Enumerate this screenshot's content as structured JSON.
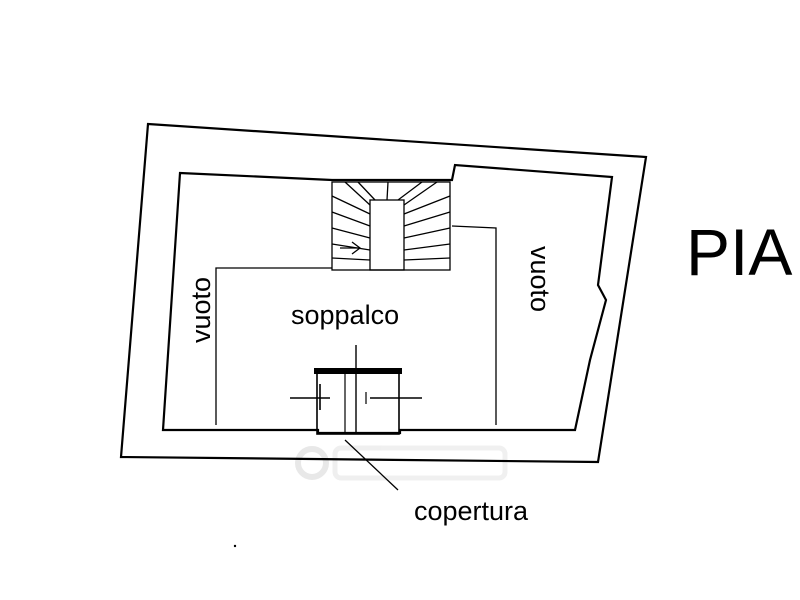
{
  "floor_plan": {
    "title": "PIA",
    "labels": {
      "left_void": "vuoto",
      "right_void": "vuoto",
      "loft": "soppalco",
      "roof": "copertura"
    }
  },
  "colors": {
    "ink": "#000000",
    "paper": "#ffffff",
    "watermark": "#e6e6e6"
  }
}
